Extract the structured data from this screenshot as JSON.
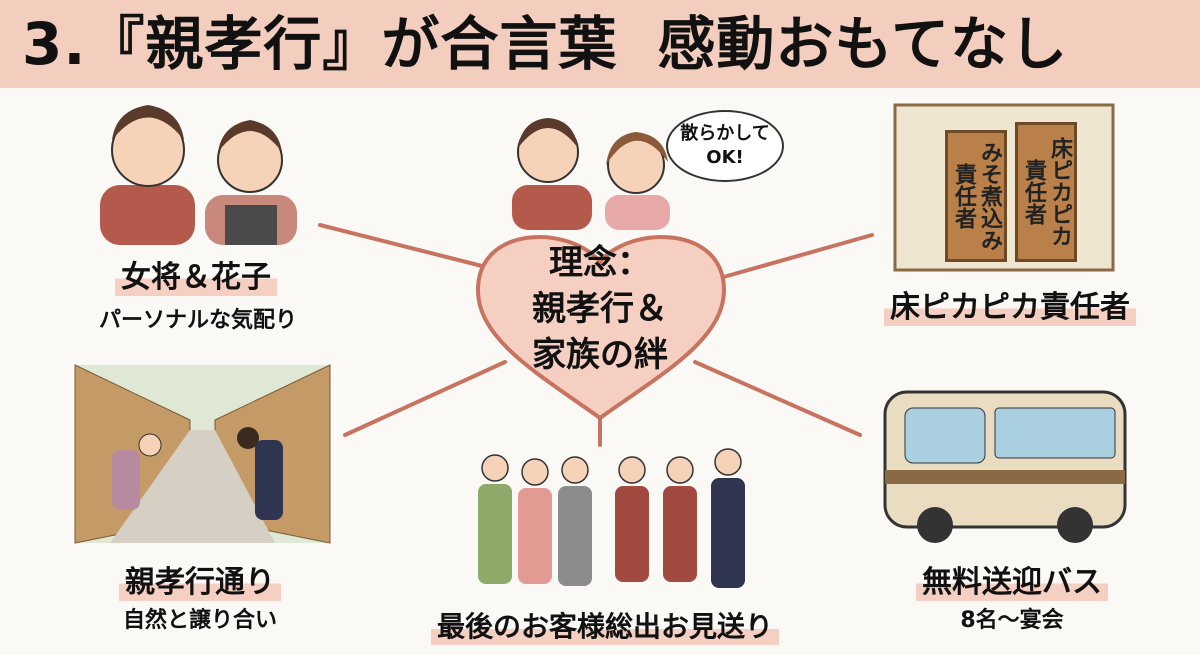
{
  "header": {
    "title_main": "3.『親孝行』が合言葉",
    "title_sub": "感動おもてなし"
  },
  "colors": {
    "header_bg": "#f3cdbd",
    "heart_fill": "#f4cfc2",
    "heart_stroke": "#c8735f",
    "highlight": "#f4cfc2"
  },
  "center": {
    "line1": "理念：",
    "line2": "親孝行＆",
    "line3": "家族の絆"
  },
  "speech_bubble": {
    "line1": "散らかして",
    "line2": "OK!"
  },
  "plaques": {
    "left": "みそ煮込み責任者",
    "right": "床ピカピカ責任者"
  },
  "items": [
    {
      "title": "女将＆花子",
      "subtitle": "パーソナルな気配り"
    },
    {
      "title": "床ピカピカ責任者"
    },
    {
      "title": "親孝行通り",
      "subtitle": "自然と譲り合い"
    },
    {
      "title": "最後のお客様総出お見送り"
    },
    {
      "title": "無料送迎バス",
      "subtitle": "8名～宴会"
    }
  ]
}
